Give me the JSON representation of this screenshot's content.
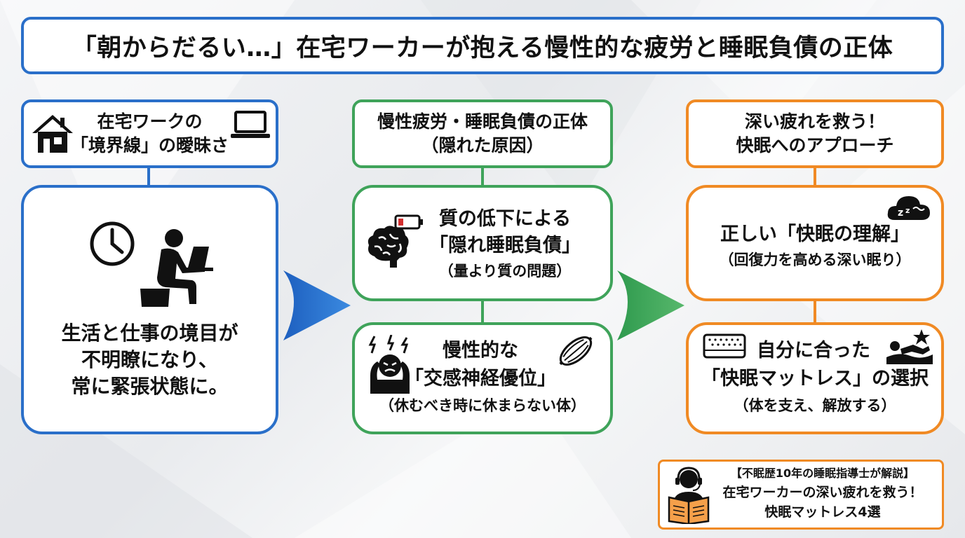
{
  "title": "「朝からだるい…」在宅ワーカーが抱える慢性的な疲労と睡眠負債の正体",
  "colors": {
    "blue": "#2a6fc9",
    "green": "#3fa35a",
    "orange": "#f08a24"
  },
  "col1": {
    "header_line1": "在宅ワークの",
    "header_line2": "「境界線」の曖昧さ",
    "header_icons": [
      "house-icon",
      "laptop-icon"
    ],
    "card_icons": [
      "clock-icon",
      "person-at-laptop-icon"
    ],
    "card_line1": "生活と仕事の境目が",
    "card_line2": "不明瞭になり、",
    "card_line3": "常に緊張状態に。"
  },
  "col2": {
    "header_line1": "慢性疲労・睡眠負債の正体",
    "header_line2": "（隠れた原因）",
    "card1": {
      "icons": [
        "brain-icon",
        "low-battery-icon"
      ],
      "line1": "質の低下による",
      "line2": "「隠れ睡眠負債」",
      "line3": "（量より質の問題）"
    },
    "card2": {
      "icons": [
        "stressed-person-icon",
        "tense-muscle-icon"
      ],
      "line1": "慢性的な",
      "line2": "「交感神経優位」",
      "line3": "（休むべき時に休まらない体）"
    }
  },
  "col3": {
    "header_line1": "深い疲れを救う！",
    "header_line2": "快眠へのアプローチ",
    "card1": {
      "icons": [
        "sleep-cloud-icon"
      ],
      "line1": "正しい「快眠の理解」",
      "line2": "（回復力を高める深い眠り）"
    },
    "card2": {
      "icons": [
        "mattress-icon",
        "resting-person-icon"
      ],
      "line1": "自分に合った",
      "line2": "「快眠マットレス」の選択",
      "line3": "（体を支え、解放する）"
    }
  },
  "footer": {
    "icon": "reading-advisor-icon",
    "line1": "【不眠歴10年の睡眠指導士が解説】",
    "line2": "在宅ワーカーの深い疲れを救う！",
    "line3": "快眠マットレス4選"
  }
}
